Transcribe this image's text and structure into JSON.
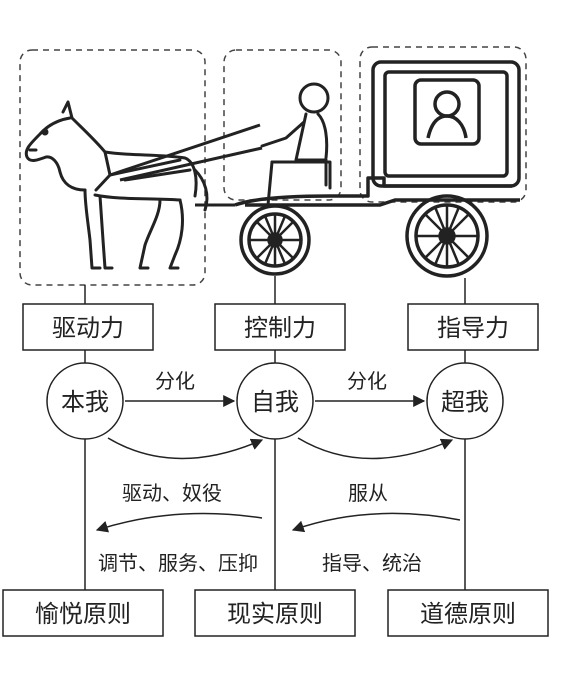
{
  "force_boxes": {
    "drive": "驱动力",
    "control": "控制力",
    "guide": "指导力"
  },
  "nodes": {
    "id": "本我",
    "ego": "自我",
    "superego": "超我"
  },
  "arrows": {
    "split_1": "分化",
    "split_2": "分化",
    "drive_servitude": "驱动、奴役",
    "obey": "服从",
    "regulate_serve_suppress": "调节、服务、压抑",
    "guide_rule": "指导、统治"
  },
  "principles": {
    "pleasure": "愉悦原则",
    "reality": "现实原则",
    "morality": "道德原则"
  },
  "colors": {
    "line": "#222222",
    "dash": "#444444",
    "background": "#ffffff"
  }
}
